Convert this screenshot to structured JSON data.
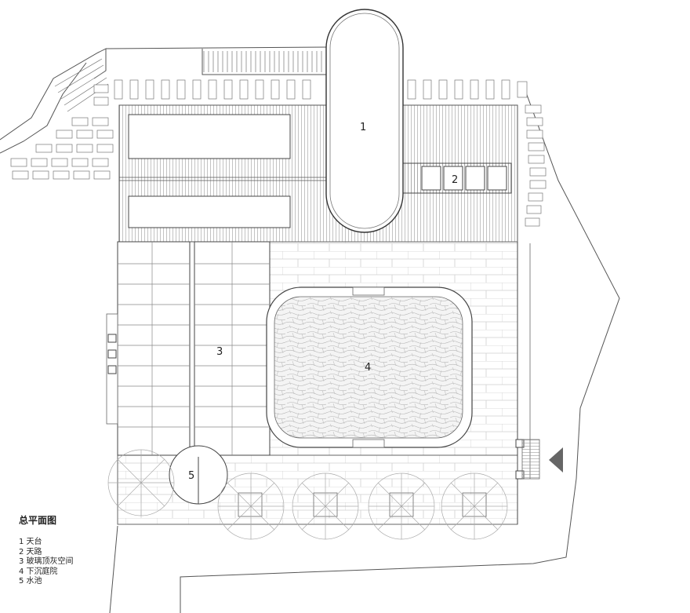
{
  "legend": {
    "title": "总平面图",
    "items": [
      "1 天台",
      "2 天路",
      "3 玻璃顶灰空间",
      "4 下沉庭院",
      "5 水池"
    ]
  },
  "plan_labels": {
    "rooftop": "1",
    "sky_path": "2",
    "glass_space": "3",
    "courtyard": "4",
    "pool": "5"
  },
  "north_arrow_icon": "triangle-arrow-icon"
}
